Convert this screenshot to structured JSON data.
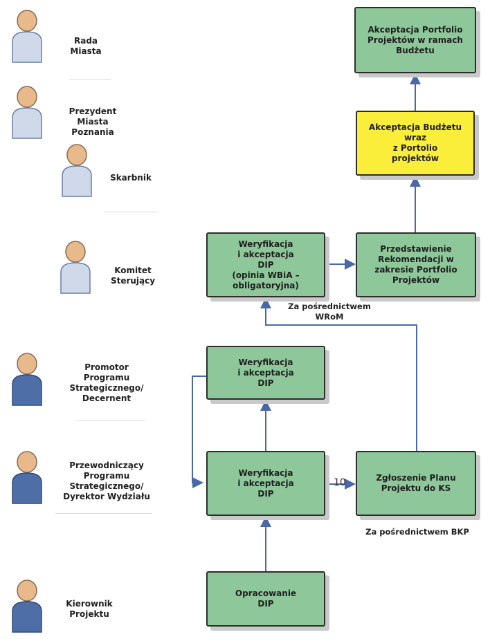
{
  "actors": [
    {
      "id": "rada",
      "label": "Rada\nMiasta"
    },
    {
      "id": "prezydent",
      "label": "Prezydent\nMiasta\nPoznania"
    },
    {
      "id": "skarbnik",
      "label": "Skarbnik"
    },
    {
      "id": "komitet",
      "label": "Komitet\nSterujący"
    },
    {
      "id": "promotor",
      "label": "Promotor\nProgramu\nStrategicznego/\nDecernent"
    },
    {
      "id": "przewodniczacy",
      "label": "Przewodniczący\nProgramu\nStrategicznego/\nDyrektor Wydziału"
    },
    {
      "id": "kierownik",
      "label": "Kierownik\nProjektu"
    }
  ],
  "boxes": {
    "akceptacja_portfolio": "Akceptacja Portfolio\nProjektów w ramach\nBudżetu",
    "akceptacja_budzetu": "Akceptacja Budżetu\nwraz\nz Portolio\nprojektów",
    "weryfikacja_dip_ks": "Weryfikacja\ni akceptacja\nDIP\n(opinia WBiA –\nobligatoryjna)",
    "przedstawienie": "Przedstawienie\nRekomendacji w\nzakresie Portfolio\nProjektów",
    "weryfikacja_promotor": "Weryfikacja\ni akceptacja\nDIP",
    "weryfikacja_przewodniczacy": "Weryfikacja\ni akceptacja\nDIP",
    "zgloszenie": "Zgłoszenie Planu\nProjektu do KS",
    "opracowanie": "Opracowanie\nDIP"
  },
  "notes": {
    "wrom": "Za pośrednictwem\nWRoM",
    "bkp": "Za pośrednictwem BKP",
    "number": "10"
  },
  "colors": {
    "box_green": "#8ec89a",
    "box_yellow": "#fbee3b",
    "arrow": "#4a68a8"
  }
}
